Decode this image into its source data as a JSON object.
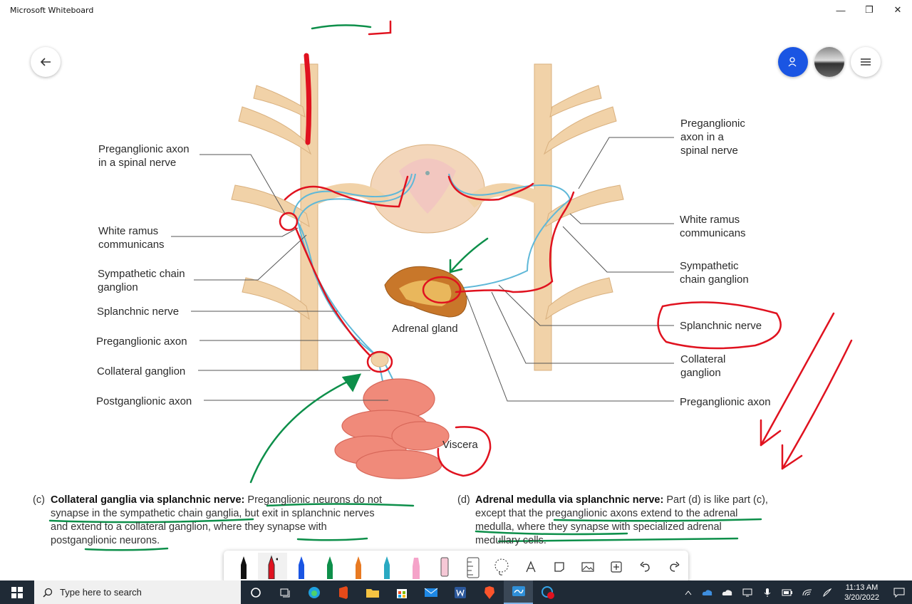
{
  "window": {
    "title": "Microsoft Whiteboard",
    "minimize": "—",
    "restore": "❐",
    "close": "✕"
  },
  "diagram": {
    "left_labels": [
      "Preganglionic axon\nin a spinal nerve",
      "White ramus\ncommunicans",
      "Sympathetic chain\nganglion",
      "Splanchnic nerve",
      "Preganglionic axon",
      "Collateral ganglion",
      "Postganglionic axon"
    ],
    "right_labels": [
      "Preganglionic\naxon in a\nspinal nerve",
      "White ramus\ncommunicans",
      "Sympathetic\nchain ganglion",
      "Splanchnic nerve",
      "Collateral\nganglion",
      "Preganglionic axon"
    ],
    "adrenal_label": "Adrenal gland",
    "viscera_label": "Viscera"
  },
  "caption_c": {
    "prefix": "(c)",
    "bold": "Collateral ganglia via splanchnic nerve:",
    "lines": [
      " Preganglionic neurons do not",
      "synapse in the sympathetic chain ganglia, but exit in splanchnic nerves",
      "and extend to a collateral ganglion, where they synapse with",
      "postganglionic neurons."
    ]
  },
  "caption_d": {
    "prefix": "(d)",
    "bold": "Adrenal medulla via splanchnic nerve:",
    "lines": [
      " Part (d) is like part (c),",
      "except that the preganglionic axons extend to the adrenal",
      "medulla, where they synapse with specialized adrenal",
      "medullary cells."
    ]
  },
  "taskbar": {
    "search_placeholder": "Type here to search",
    "time": "11:13 AM",
    "date": "3/20/2022"
  },
  "colors": {
    "ink_red": "#e0121f",
    "ink_green": "#0d8f4a",
    "nerve": "#f1d2a8",
    "axon_blue": "#5fb8d8",
    "accent_blue": "#1a55e3"
  }
}
